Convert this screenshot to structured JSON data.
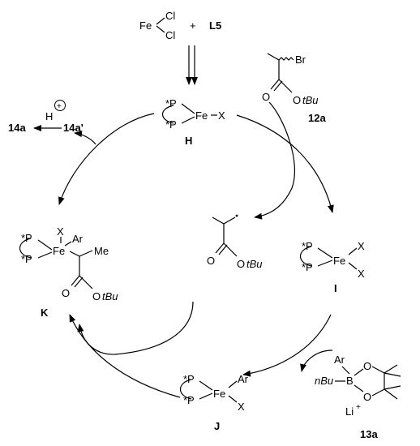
{
  "top": {
    "fe": "Fe",
    "cl1": "Cl",
    "cl2": "Cl",
    "plus": "+",
    "ligand": "L5"
  },
  "bromide": {
    "br": "Br",
    "o_carbonyl": "O",
    "o_ester": "O",
    "tbu": "tBu",
    "label": "12a"
  },
  "H": {
    "p1": "*P",
    "p2": "*P",
    "fe": "Fe",
    "x": "X",
    "label": "H"
  },
  "product": {
    "h": "H",
    "plus": "+",
    "p14a": "14a",
    "p14a_prime": "14a'"
  },
  "radical": {
    "o_carbonyl": "O",
    "o_ester": "O",
    "tbu": "tBu"
  },
  "K": {
    "p1": "*P",
    "p2": "*P",
    "fe": "Fe",
    "x": "X",
    "ar": "Ar",
    "me": "Me",
    "o_carbonyl": "O",
    "o_ester": "O",
    "tbu": "tBu",
    "label": "K"
  },
  "I": {
    "p1": "*P",
    "p2": "*P",
    "fe": "Fe",
    "x1": "X",
    "x2": "X",
    "label": "I"
  },
  "J": {
    "p1": "*P",
    "p2": "*P",
    "fe": "Fe",
    "ar": "Ar",
    "x": "X",
    "label": "J"
  },
  "borate": {
    "ar": "Ar",
    "nbu": "nBu",
    "b": "B",
    "o1": "O",
    "o2": "O",
    "li": "Li",
    "li_charge": "+",
    "label": "13a"
  }
}
